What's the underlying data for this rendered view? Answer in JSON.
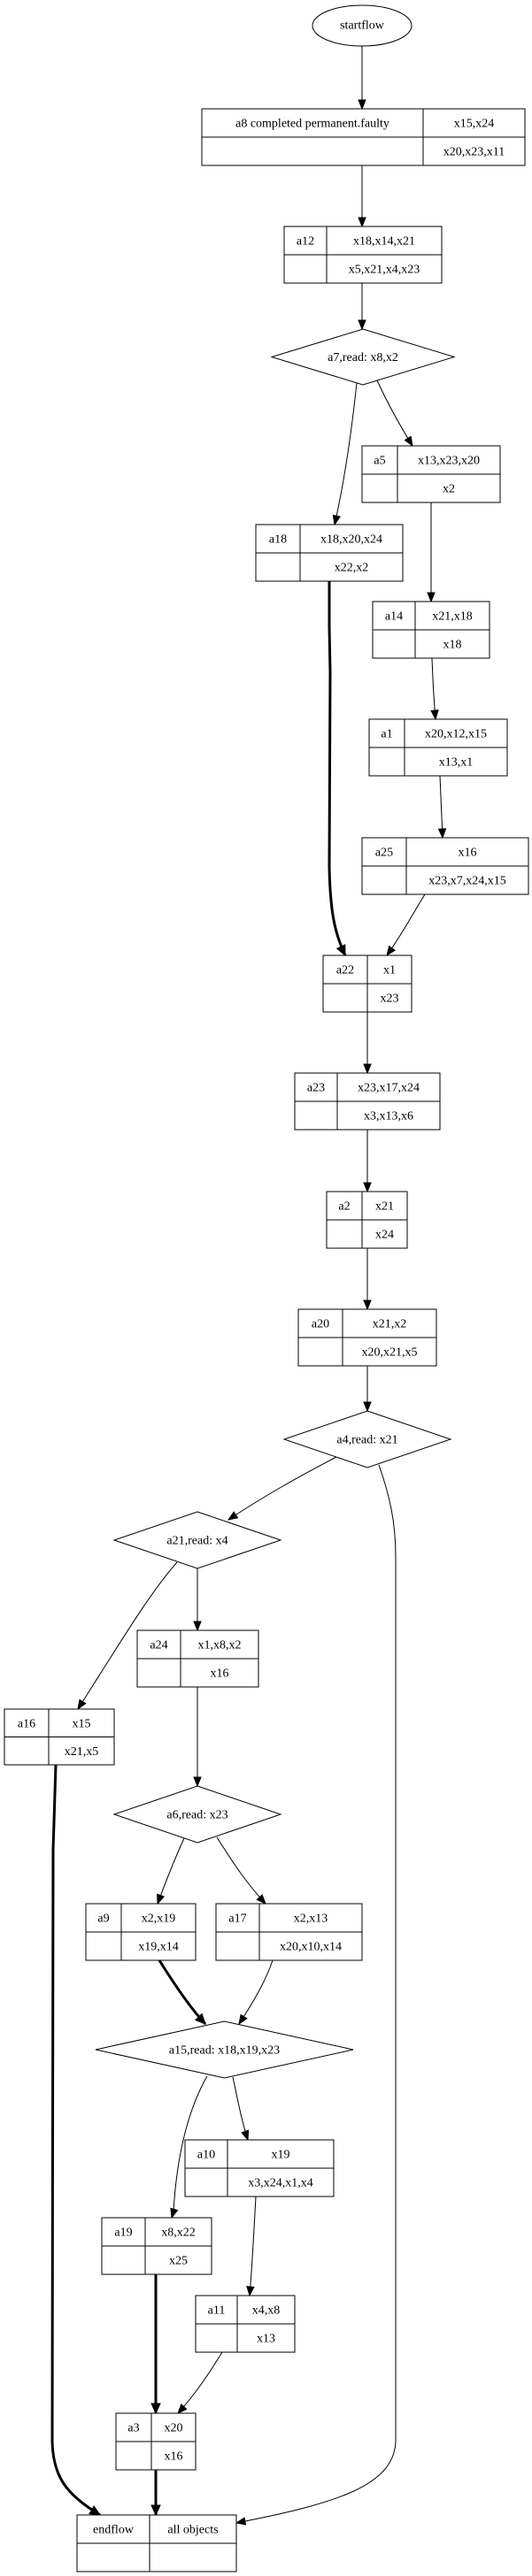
{
  "diagram": {
    "type": "flowchart",
    "start": {
      "id": "startflow",
      "label": "startflow"
    },
    "nodes": [
      {
        "id": "a8",
        "kind": "record",
        "name": "a8 completed permanent.faulty",
        "top": "x15,x24",
        "bottom": "x20,x23,x11"
      },
      {
        "id": "a12",
        "kind": "record",
        "name": "a12",
        "top": "x18,x14,x21",
        "bottom": "x5,x21,x4,x23"
      },
      {
        "id": "a7",
        "kind": "decision",
        "label": "a7,read: x8,x2"
      },
      {
        "id": "a5",
        "kind": "record",
        "name": "a5",
        "top": "x13,x23,x20",
        "bottom": "x2"
      },
      {
        "id": "a18",
        "kind": "record",
        "name": "a18",
        "top": "x18,x20,x24",
        "bottom": "x22,x2"
      },
      {
        "id": "a14",
        "kind": "record",
        "name": "a14",
        "top": "x21,x18",
        "bottom": "x18"
      },
      {
        "id": "a1",
        "kind": "record",
        "name": "a1",
        "top": "x20,x12,x15",
        "bottom": "x13,x1"
      },
      {
        "id": "a25",
        "kind": "record",
        "name": "a25",
        "top": "x16",
        "bottom": "x23,x7,x24,x15"
      },
      {
        "id": "a22",
        "kind": "record",
        "name": "a22",
        "top": "x1",
        "bottom": "x23"
      },
      {
        "id": "a23",
        "kind": "record",
        "name": "a23",
        "top": "x23,x17,x24",
        "bottom": "x3,x13,x6"
      },
      {
        "id": "a2",
        "kind": "record",
        "name": "a2",
        "top": "x21",
        "bottom": "x24"
      },
      {
        "id": "a20",
        "kind": "record",
        "name": "a20",
        "top": "x21,x2",
        "bottom": "x20,x21,x5"
      },
      {
        "id": "a4",
        "kind": "decision",
        "label": "a4,read: x21"
      },
      {
        "id": "a21",
        "kind": "decision",
        "label": "a21,read: x4"
      },
      {
        "id": "a24",
        "kind": "record",
        "name": "a24",
        "top": "x1,x8,x2",
        "bottom": "x16"
      },
      {
        "id": "a16",
        "kind": "record",
        "name": "a16",
        "top": "x15",
        "bottom": "x21,x5"
      },
      {
        "id": "a6",
        "kind": "decision",
        "label": "a6,read: x23"
      },
      {
        "id": "a9",
        "kind": "record",
        "name": "a9",
        "top": "x2,x19",
        "bottom": "x19,x14"
      },
      {
        "id": "a17",
        "kind": "record",
        "name": "a17",
        "top": "x2,x13",
        "bottom": "x20,x10,x14"
      },
      {
        "id": "a15",
        "kind": "decision",
        "label": "a15,read: x18,x19,x23"
      },
      {
        "id": "a10",
        "kind": "record",
        "name": "a10",
        "top": "x19",
        "bottom": "x3,x24,x1,x4"
      },
      {
        "id": "a19",
        "kind": "record",
        "name": "a19",
        "top": "x8,x22",
        "bottom": "x25"
      },
      {
        "id": "a11",
        "kind": "record",
        "name": "a11",
        "top": "x4,x8",
        "bottom": "x13"
      },
      {
        "id": "a3",
        "kind": "record",
        "name": "a3",
        "top": "x20",
        "bottom": "x16"
      },
      {
        "id": "endflow",
        "kind": "record",
        "name": "endflow",
        "top": "all objects",
        "bottom": ""
      }
    ],
    "edges": [
      {
        "from": "startflow",
        "to": "a8",
        "bold": false
      },
      {
        "from": "a8",
        "to": "a12",
        "bold": false
      },
      {
        "from": "a12",
        "to": "a7",
        "bold": false
      },
      {
        "from": "a7",
        "to": "a18",
        "bold": false
      },
      {
        "from": "a7",
        "to": "a5",
        "bold": false
      },
      {
        "from": "a5",
        "to": "a14",
        "bold": false
      },
      {
        "from": "a14",
        "to": "a1",
        "bold": false
      },
      {
        "from": "a1",
        "to": "a25",
        "bold": false
      },
      {
        "from": "a18",
        "to": "a22",
        "bold": true
      },
      {
        "from": "a25",
        "to": "a22",
        "bold": false
      },
      {
        "from": "a22",
        "to": "a23",
        "bold": false
      },
      {
        "from": "a23",
        "to": "a2",
        "bold": false
      },
      {
        "from": "a2",
        "to": "a20",
        "bold": false
      },
      {
        "from": "a20",
        "to": "a4",
        "bold": false
      },
      {
        "from": "a4",
        "to": "a21",
        "bold": false
      },
      {
        "from": "a4",
        "to": "endflow",
        "bold": false
      },
      {
        "from": "a21",
        "to": "a16",
        "bold": false
      },
      {
        "from": "a21",
        "to": "a24",
        "bold": false
      },
      {
        "from": "a24",
        "to": "a6",
        "bold": false
      },
      {
        "from": "a16",
        "to": "endflow",
        "bold": true
      },
      {
        "from": "a6",
        "to": "a9",
        "bold": false
      },
      {
        "from": "a6",
        "to": "a17",
        "bold": false
      },
      {
        "from": "a9",
        "to": "a15",
        "bold": true
      },
      {
        "from": "a17",
        "to": "a15",
        "bold": false
      },
      {
        "from": "a15",
        "to": "a19",
        "bold": false
      },
      {
        "from": "a15",
        "to": "a10",
        "bold": false
      },
      {
        "from": "a10",
        "to": "a11",
        "bold": false
      },
      {
        "from": "a19",
        "to": "a3",
        "bold": true
      },
      {
        "from": "a11",
        "to": "a3",
        "bold": false
      },
      {
        "from": "a3",
        "to": "endflow",
        "bold": true
      }
    ]
  }
}
